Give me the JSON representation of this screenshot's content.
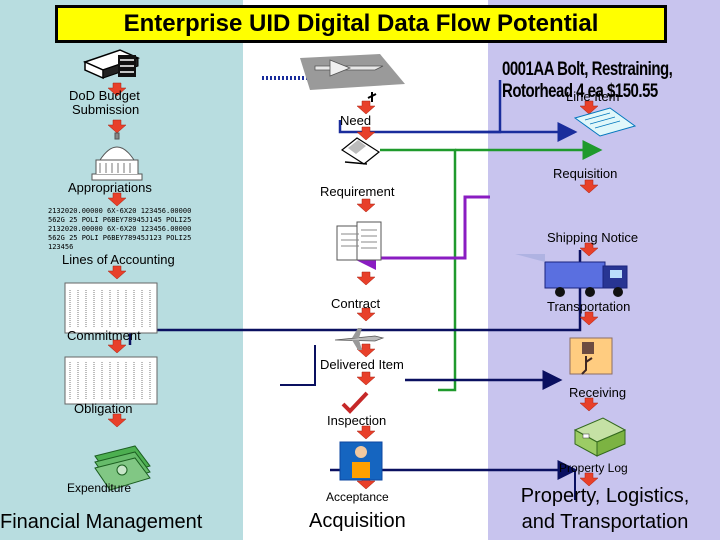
{
  "title": "Enterprise UID Digital Data Flow Potential",
  "columns": {
    "financial": {
      "footer": "Financial Management",
      "color": "#b8dde0"
    },
    "acquisition": {
      "footer": "Acquisition",
      "color": "#ffffff"
    },
    "property": {
      "footer": "Property, Logistics, and Transportation",
      "footer_line1": "Property, Logistics,",
      "footer_line2": "and Transportation",
      "color": "#c8c4ee"
    }
  },
  "financial_steps": {
    "budget_line1": "DoD Budget",
    "budget_line2": "Submission",
    "appropriations": "Appropriations",
    "lines_of_accounting": "Lines of Accounting",
    "commitment": "Commitment",
    "obligation": "Obligation",
    "expenditure": "Expenditure"
  },
  "loa_codes": [
    "2132020.00000 6X-6X20 123456.00000",
    "562G 25 POLI P6BEY78945J145 POLI25",
    "2132020.00000 6X-6X20 123456.00000",
    "562G 25 POLI P6BEY78945J123 POLI25",
    "123456"
  ],
  "acquisition_steps": {
    "need": "Need",
    "requirement": "Requirement",
    "contract": "Contract",
    "delivered_item": "Delivered Item",
    "inspection": "Inspection",
    "acceptance": "Acceptance"
  },
  "property_steps": {
    "line_item_code": "0001AA Bolt, Restraining, Rotorhead 4 ea $150.55",
    "line_item": "Line Item",
    "requisition": "Requisition",
    "shipping_notice": "Shipping Notice",
    "transportation": "Transportation",
    "receiving": "Receiving",
    "property_log": "Property Log"
  },
  "icons": [
    "book-stack-icon",
    "capitol-dome-icon",
    "ledger-sheet-icon",
    "aircraft-icon",
    "handshake-icon",
    "contract-documents-icon",
    "jet-icon",
    "checkmark-icon",
    "inspector-icon",
    "spreadsheet-icon",
    "truck-icon",
    "warehouse-worker-icon",
    "file-cabinet-icon",
    "money-stack-icon"
  ],
  "colors": {
    "arrow_red": "#e8402a",
    "line_blue": "#1a2d9c",
    "line_green": "#1f9a2c",
    "line_purple": "#8a1cc2",
    "line_navy": "#0a1060",
    "title_bg": "#ffff00"
  }
}
